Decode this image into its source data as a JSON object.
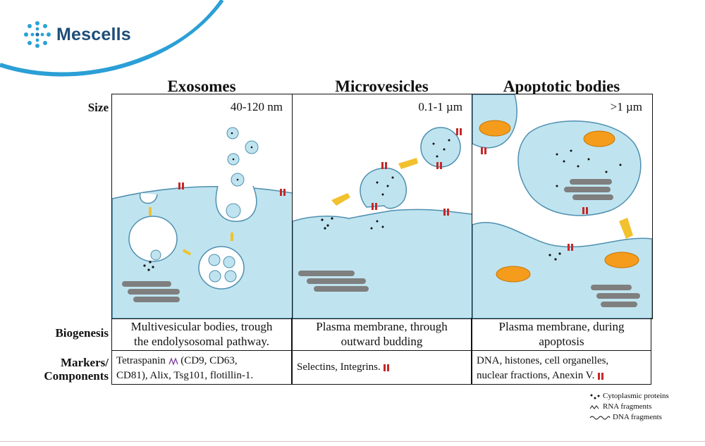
{
  "brand": {
    "name": "Mescells",
    "colors": {
      "brand": "#1f4e79",
      "accent": "#29a3d6"
    }
  },
  "columns": [
    {
      "title": "Exosomes",
      "size": "40-120 nm",
      "biogenesis": [
        "Multivesicular bodies, trough",
        "the endolysosomal pathway."
      ],
      "markers_prefix": "Tetraspanin",
      "markers_rest": "(CD9, CD63,",
      "markers_line2": "CD81), Alix, Tsg101, flotillin-1."
    },
    {
      "title": "Microvesicles",
      "size": "0.1-1 µm",
      "biogenesis": [
        "Plasma membrane, through",
        "outward budding"
      ],
      "markers_line1": "Selectins, Integrins."
    },
    {
      "title": "Apoptotic bodies",
      "size": ">1 µm",
      "biogenesis": [
        "Plasma membrane, during",
        "apoptosis"
      ],
      "markers_line1": "DNA, histones, cell organelles,",
      "markers_line2": "nuclear fractions, Anexin V."
    }
  ],
  "rows": {
    "size": "Size",
    "biogenesis": "Biogenesis",
    "markers": [
      "Markers/",
      "Components"
    ]
  },
  "legend": {
    "proteins": "Cytoplasmic proteins",
    "rna": "RNA fragments",
    "dna": "DNA fragments"
  },
  "colors": {
    "cytoplasm": "#bfe4ef",
    "membrane": "#4f8fb0",
    "arrow": "#f2c12e",
    "mito": "#f59c1d",
    "marker": "#c62828",
    "golgi": "#7f7f7f"
  }
}
